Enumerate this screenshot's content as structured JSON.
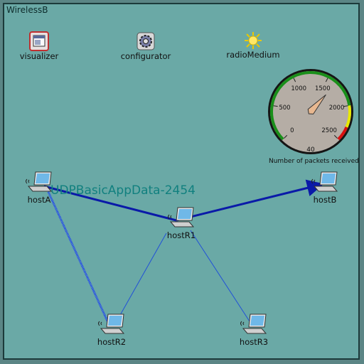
{
  "network": {
    "name": "WirelessB",
    "modules": [
      {
        "label": "visualizer",
        "icon": "visualizer-icon"
      },
      {
        "label": "configurator",
        "icon": "gear-icon"
      },
      {
        "label": "radioMedium",
        "icon": "sun-icon"
      }
    ],
    "hosts": [
      {
        "label": "hostA",
        "icon": "laptop-icon"
      },
      {
        "label": "hostB",
        "icon": "laptop-icon"
      },
      {
        "label": "hostR1",
        "icon": "laptop-icon"
      },
      {
        "label": "hostR2",
        "icon": "laptop-icon"
      },
      {
        "label": "hostR3",
        "icon": "laptop-icon"
      }
    ],
    "packet_label": "UDPBasicAppData-2454",
    "links": [
      {
        "from": "hostA",
        "to": "hostR1",
        "type": "data-path",
        "color": "#0a1aa8"
      },
      {
        "from": "hostR1",
        "to": "hostB",
        "type": "data-path",
        "color": "#0a1aa8"
      },
      {
        "from": "hostA",
        "to": "hostR2",
        "type": "transmission",
        "color": "#1030ff"
      },
      {
        "from": "hostR1",
        "to": "hostR2",
        "type": "neighbor",
        "color": "#2050d8"
      },
      {
        "from": "hostR1",
        "to": "hostR3",
        "type": "neighbor",
        "color": "#2050d8"
      }
    ]
  },
  "gauge": {
    "caption": "Number of packets received",
    "ticks": [
      "0",
      "500",
      "1000",
      "1500",
      "2000",
      "2500"
    ],
    "min": 0,
    "max": 2500,
    "value": 40,
    "value_label": "40",
    "colors": {
      "green": "#1a8f1a",
      "yellow": "#e8e800",
      "red": "#d81010",
      "needle": "#e8b890",
      "face": "#b5ada5"
    }
  }
}
